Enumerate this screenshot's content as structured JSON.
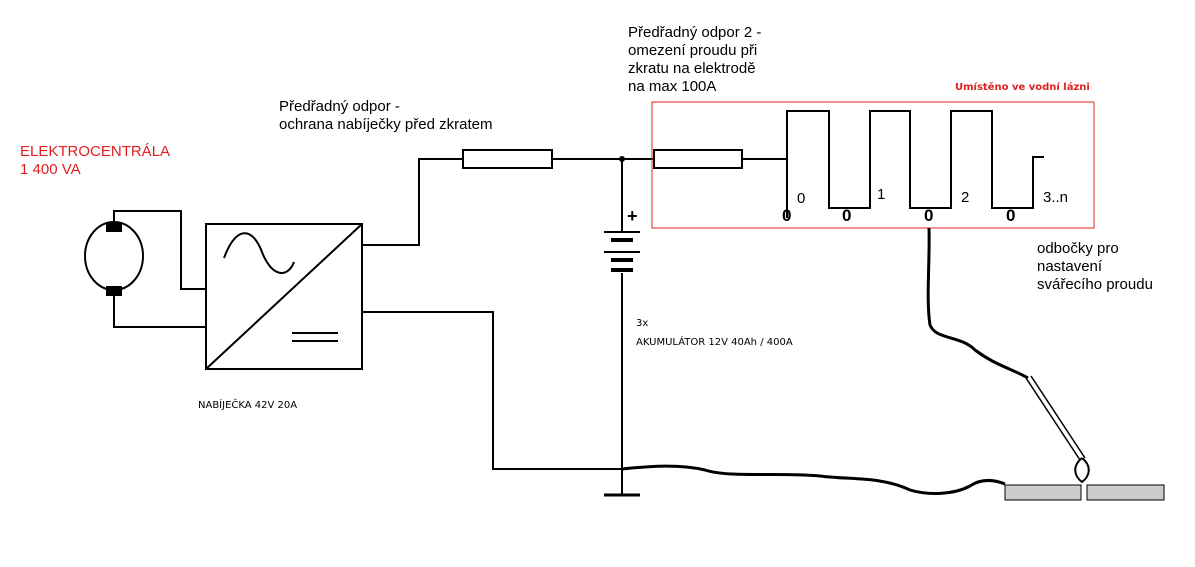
{
  "labels": {
    "generator": "ELEKTROCENTRÁLA\n   1 400 VA",
    "charger": "NABÍJEČKA 42V  20A",
    "resistor1": "Předřadný odpor -\nochrana nabíječky před zkratem",
    "resistor2": "Předřadný odpor 2 -\nomezení proudu při\nzkratu na elektrodě\nna max 100A",
    "water_bath": "Umístěno ve vodní lázni",
    "battery_count": "3x",
    "battery": "AKUMULÁTOR 12V 40Ah / 400A",
    "battery_plus": "+",
    "taps_note": "odbočky pro\nnastavení\nsvářecího proudu"
  },
  "taps": {
    "top_labels": [
      "0",
      "1",
      "2",
      "3..n"
    ],
    "contact_labels": [
      "0",
      "0",
      "0",
      "0"
    ]
  },
  "colors": {
    "line": "#000000",
    "accent_red": "#e02020"
  }
}
